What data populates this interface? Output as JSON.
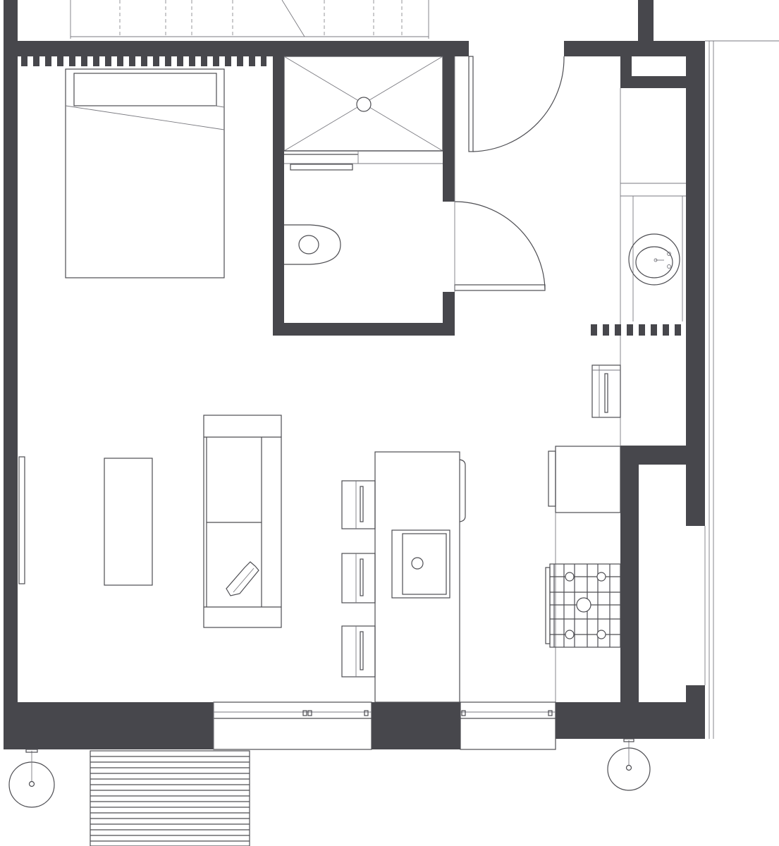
{
  "colors": {
    "wall": "#47474c",
    "line": "#4d4d52",
    "thin": "#7a7a80",
    "background": "#ffffff"
  },
  "legend": [],
  "rooms": [
    {
      "name": "bedroom",
      "fixtures": [
        "bed",
        "pillow"
      ]
    },
    {
      "name": "bathroom",
      "fixtures": [
        "shower",
        "shower-drain",
        "toilet",
        "towel-bar"
      ]
    },
    {
      "name": "living-room",
      "fixtures": [
        "sofa",
        "cushion",
        "coffee-table",
        "wall-panel"
      ]
    },
    {
      "name": "kitchen",
      "fixtures": [
        "island",
        "island-sink",
        "bar-stool",
        "bar-stool",
        "bar-stool",
        "gas-cooktop",
        "fridge"
      ]
    },
    {
      "name": "entry",
      "fixtures": [
        "vanity-sink",
        "desk-chair"
      ]
    }
  ],
  "exterior": [
    "front-deck",
    "tree",
    "tree",
    "stair"
  ]
}
